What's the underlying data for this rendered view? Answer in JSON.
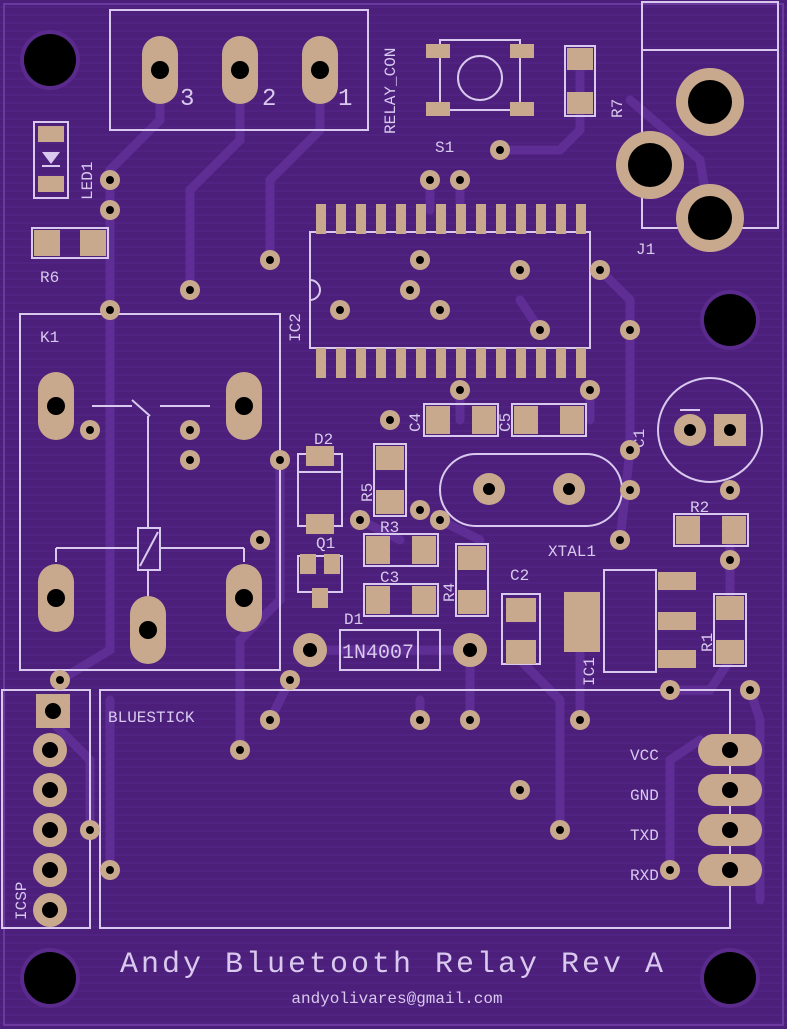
{
  "board": {
    "title": "Andy Bluetooth Relay Rev A",
    "email": "andyolivares@gmail.com"
  },
  "refs": {
    "relay_con": "RELAY_CON",
    "pin3": "3",
    "pin2": "2",
    "pin1": "1",
    "s1": "S1",
    "r7": "R7",
    "led1": "LED1",
    "r6": "R6",
    "j1": "J1",
    "ic2": "IC2",
    "k1": "K1",
    "c4": "C4",
    "c5": "C5",
    "c1": "C1",
    "d2": "D2",
    "r5": "R5",
    "r3": "R3",
    "r2": "R2",
    "q1": "Q1",
    "c3": "C3",
    "r4": "R4",
    "c2": "C2",
    "xtal1": "XTAL1",
    "d1": "D1",
    "d1_part": "1N4007",
    "ic1": "IC1",
    "r1": "R1",
    "bluestick": "BLUESTICK",
    "vcc": "VCC",
    "gnd": "GND",
    "txd": "TXD",
    "rxd": "RXD",
    "icsp": "ICSP"
  },
  "colors": {
    "board": "#4b1f7a",
    "trace": "#5a2a8c",
    "pad": "#c9a98e",
    "silkscreen": "#d9c9ee",
    "hole": "#000000"
  }
}
